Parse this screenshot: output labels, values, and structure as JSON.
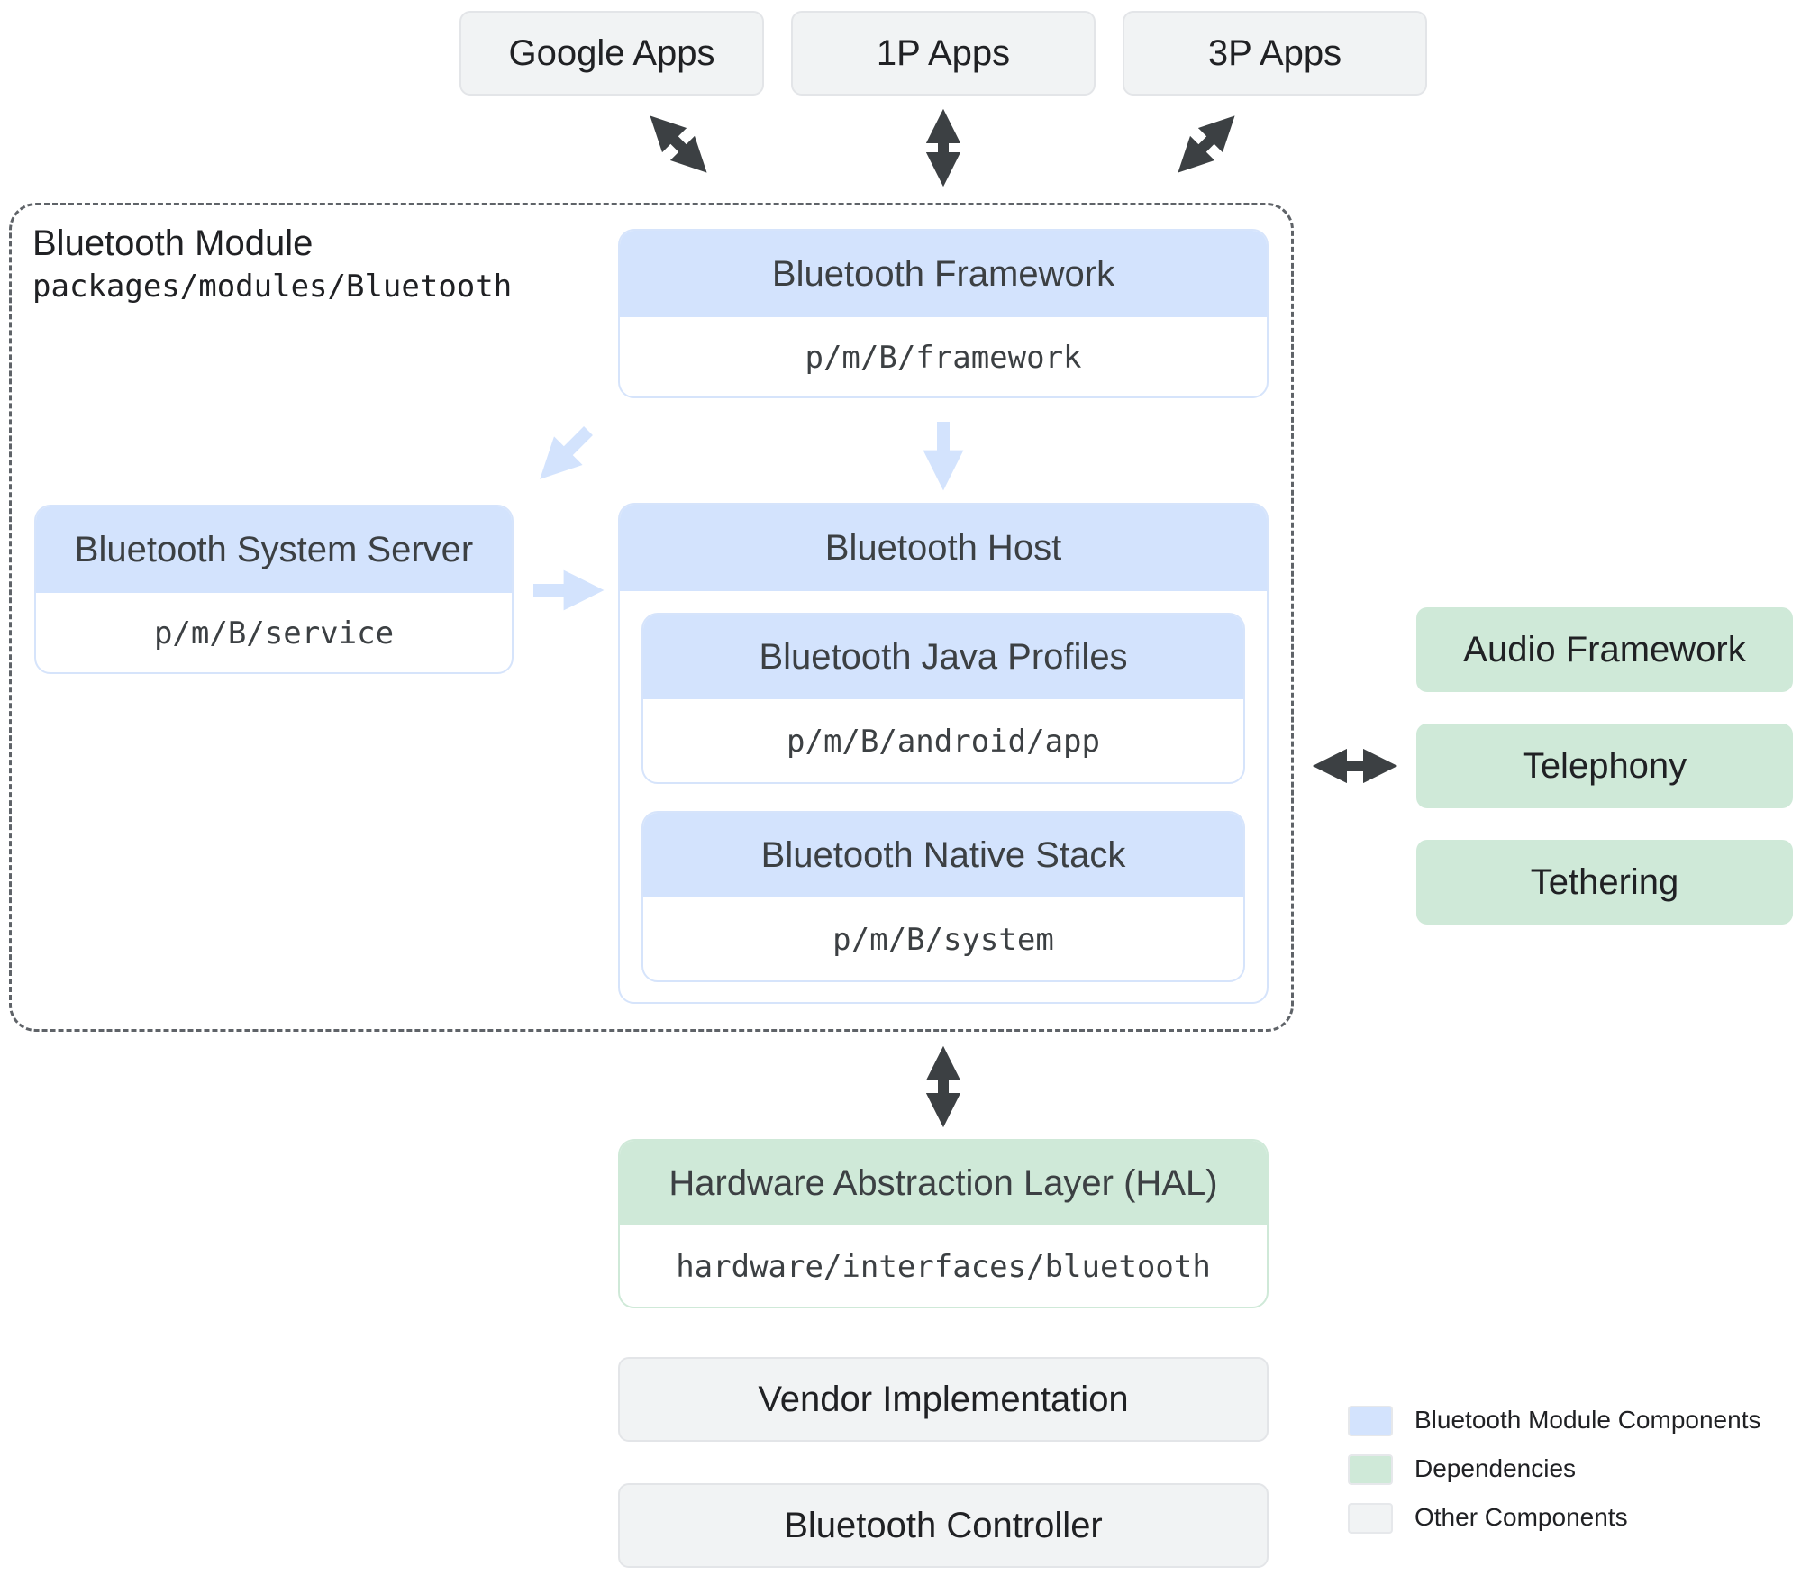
{
  "apps": {
    "google": "Google Apps",
    "first_party": "1P Apps",
    "third_party": "3P Apps"
  },
  "module": {
    "title": "Bluetooth Module",
    "path": "packages/modules/Bluetooth"
  },
  "framework": {
    "title": "Bluetooth Framework",
    "path": "p/m/B/framework"
  },
  "system_server": {
    "title": "Bluetooth System Server",
    "path": "p/m/B/service"
  },
  "host": {
    "title": "Bluetooth Host"
  },
  "java_profiles": {
    "title": "Bluetooth Java Profiles",
    "path": "p/m/B/android/app"
  },
  "native_stack": {
    "title": "Bluetooth Native Stack",
    "path": "p/m/B/system"
  },
  "dependencies": {
    "audio": "Audio Framework",
    "telephony": "Telephony",
    "tethering": "Tethering"
  },
  "hal": {
    "title": "Hardware Abstraction Layer (HAL)",
    "path": "hardware/interfaces/bluetooth"
  },
  "vendor": "Vendor Implementation",
  "controller": "Bluetooth Controller",
  "legend": [
    {
      "label": "Bluetooth Module Components",
      "color": "#d3e3fd"
    },
    {
      "label": "Dependencies",
      "color": "#cfe9d8"
    },
    {
      "label": "Other Components",
      "color": "#f1f3f4"
    }
  ],
  "colors": {
    "module_blue": "#d3e3fd",
    "dependency_green": "#cfe9d8",
    "other_gray": "#f1f3f4",
    "arrow_dark": "#3c4043",
    "arrow_light": "#d3e3fd"
  }
}
